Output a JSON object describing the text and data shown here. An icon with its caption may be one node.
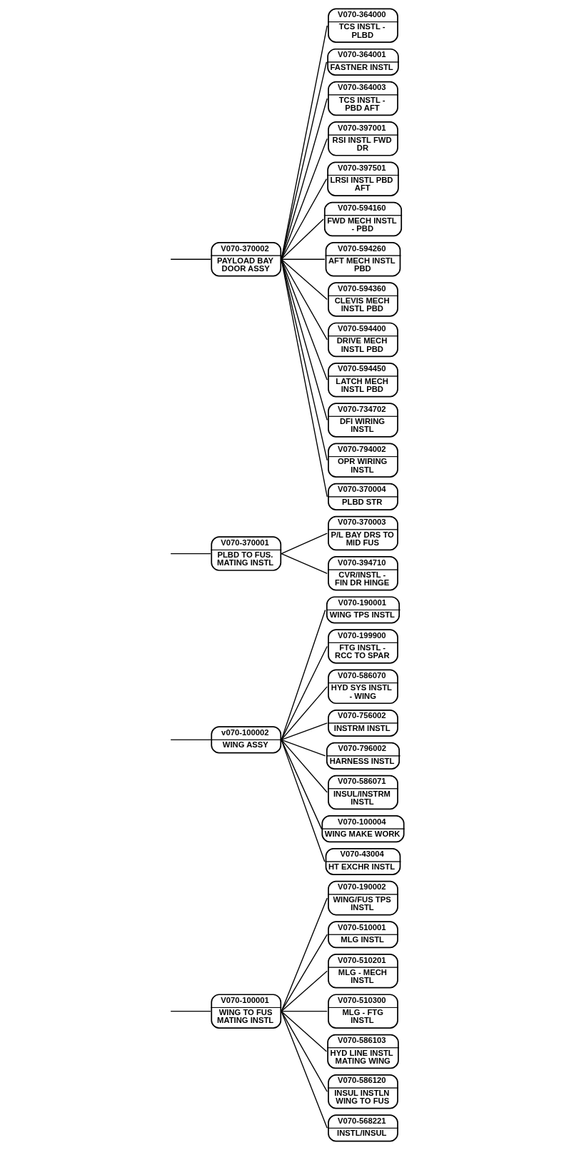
{
  "diagram": {
    "nodes": [
      {
        "text": [
          "V070-100001",
          "WING TO FUS MATING INSTL"
        ]
      },
      {
        "text": [
          "V070-190002",
          "WING/FUS TPS INSTL"
        ]
      },
      {
        "text": [
          "V070-510001",
          "MLG INSTL"
        ]
      },
      {
        "text": [
          "V070-510201",
          "MLG - MECH INSTL"
        ]
      },
      {
        "text": [
          "V070-510300",
          "MLG - FTG INSTL"
        ]
      },
      {
        "text": [
          "V070-586103",
          "HYD LINE INSTL MATING WING"
        ]
      },
      {
        "text": [
          "V070-586120",
          "INSUL INSTLN WING TO FUS"
        ]
      },
      {
        "text": [
          "V070-568221",
          "INSTL/INSUL"
        ]
      },
      {
        "text": [
          "v070-100002",
          "WING ASSY"
        ]
      },
      {
        "text": [
          "V070-190001",
          "WING TPS INSTL"
        ]
      },
      {
        "text": [
          "V070-199900",
          "FTG INSTL - RCC TO SPAR"
        ]
      },
      {
        "text": [
          "V070-586070",
          "HYD SYS INSTL - WING"
        ]
      },
      {
        "text": [
          "V070-756002",
          "INSTRM INSTL"
        ]
      },
      {
        "text": [
          "V070-796002",
          "HARNESS INSTL"
        ]
      },
      {
        "text": [
          "V070-586071",
          "INSUL/INSTRM INSTL"
        ]
      },
      {
        "text": [
          "V070-100004",
          "WING MAKE WORK"
        ]
      },
      {
        "text": [
          "V070-43004",
          "HT EXCHR INSTL"
        ]
      },
      {
        "text": [
          "V070-370001",
          "PLBD TO FUS. MATING INSTL"
        ]
      },
      {
        "text": [
          "V070-370003",
          "P/L BAY DRS TO MID FUS"
        ]
      },
      {
        "text": [
          "V070-394710",
          "CVR/INSTL - FIN DR HINGE"
        ]
      },
      {
        "text": [
          "V070-370002",
          "PAYLOAD BAY DOOR ASSY"
        ]
      },
      {
        "text": [
          "V070-364000",
          "TCS INSTL - PLBD"
        ]
      },
      {
        "text": [
          "V070-364001",
          "FASTNER INSTL"
        ]
      },
      {
        "text": [
          "V070-364003",
          "TCS INSTL - PBD AFT"
        ]
      },
      {
        "text": [
          "V070-397001",
          "RSI INSTL FWD DR"
        ]
      },
      {
        "text": [
          "V070-397501",
          "LRSI INSTL PBD AFT"
        ]
      },
      {
        "text": [
          "V070-594160",
          "FWD MECH INSTL - PBD"
        ]
      },
      {
        "text": [
          "V070-594260",
          "AFT MECH INSTL PBD"
        ]
      },
      {
        "text": [
          "V070-594360",
          "CLEVIS MECH INSTL PBD"
        ]
      },
      {
        "text": [
          "V070-594400",
          "DRIVE MECH INSTL PBD"
        ]
      },
      {
        "text": [
          "V070-594450",
          "LATCH MECH INSTL PBD"
        ]
      },
      {
        "text": [
          "V070-734702",
          "DFI WIRING INSTL"
        ]
      },
      {
        "text": [
          "V070-794002",
          "OPR WIRING INSTL"
        ]
      },
      {
        "text": [
          "V070-370004",
          "PLBD STR"
        ]
      }
    ],
    "edges": [
      {
        "from": null,
        "to": 0,
        "arrow": "none"
      },
      {
        "from": null,
        "to": 8,
        "arrow": "none"
      },
      {
        "from": null,
        "to": 17,
        "arrow": "none"
      },
      {
        "from": null,
        "to": 20,
        "arrow": "none"
      },
      {
        "from": 0,
        "to": 1,
        "arrow": "none"
      },
      {
        "from": 0,
        "to": 2,
        "arrow": "none"
      },
      {
        "from": 0,
        "to": 3,
        "arrow": "none"
      },
      {
        "from": 0,
        "to": 4,
        "arrow": "none"
      },
      {
        "from": 0,
        "to": 5,
        "arrow": "none"
      },
      {
        "from": 0,
        "to": 6,
        "arrow": "none"
      },
      {
        "from": 0,
        "to": 7,
        "arrow": "none"
      },
      {
        "from": 8,
        "to": 9,
        "arrow": "none"
      },
      {
        "from": 8,
        "to": 10,
        "arrow": "none"
      },
      {
        "from": 8,
        "to": 11,
        "arrow": "none"
      },
      {
        "from": 8,
        "to": 12,
        "arrow": "none"
      },
      {
        "from": 8,
        "to": 13,
        "arrow": "none"
      },
      {
        "from": 8,
        "to": 14,
        "arrow": "none"
      },
      {
        "from": 8,
        "to": 15,
        "arrow": "none"
      },
      {
        "from": 8,
        "to": 16,
        "arrow": "none"
      },
      {
        "from": 17,
        "to": 18,
        "arrow": "none"
      },
      {
        "from": 17,
        "to": 19,
        "arrow": "none"
      },
      {
        "from": 20,
        "to": 21,
        "arrow": "none"
      },
      {
        "from": 20,
        "to": 22,
        "arrow": "none"
      },
      {
        "from": 20,
        "to": 23,
        "arrow": "none"
      },
      {
        "from": 20,
        "to": 24,
        "arrow": "none"
      },
      {
        "from": 20,
        "to": 25,
        "arrow": "none"
      },
      {
        "from": 20,
        "to": 26,
        "arrow": "none"
      },
      {
        "from": 20,
        "to": 27,
        "arrow": "none"
      },
      {
        "from": 20,
        "to": 28,
        "arrow": "none"
      },
      {
        "from": 20,
        "to": 29,
        "arrow": "none"
      },
      {
        "from": 20,
        "to": 30,
        "arrow": "none"
      },
      {
        "from": 20,
        "to": 31,
        "arrow": "none"
      },
      {
        "from": 20,
        "to": 32,
        "arrow": "none"
      },
      {
        "from": 20,
        "to": 33,
        "arrow": "none"
      }
    ]
  }
}
